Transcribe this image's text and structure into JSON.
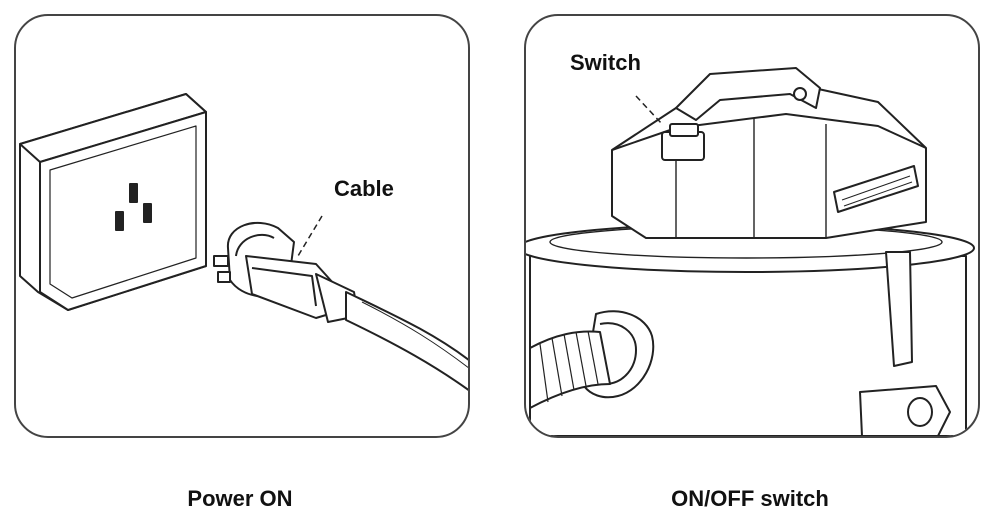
{
  "panels": [
    {
      "callout": "Cable",
      "caption": "Power ON"
    },
    {
      "callout": "Switch",
      "caption": "ON/OFF switch"
    }
  ]
}
